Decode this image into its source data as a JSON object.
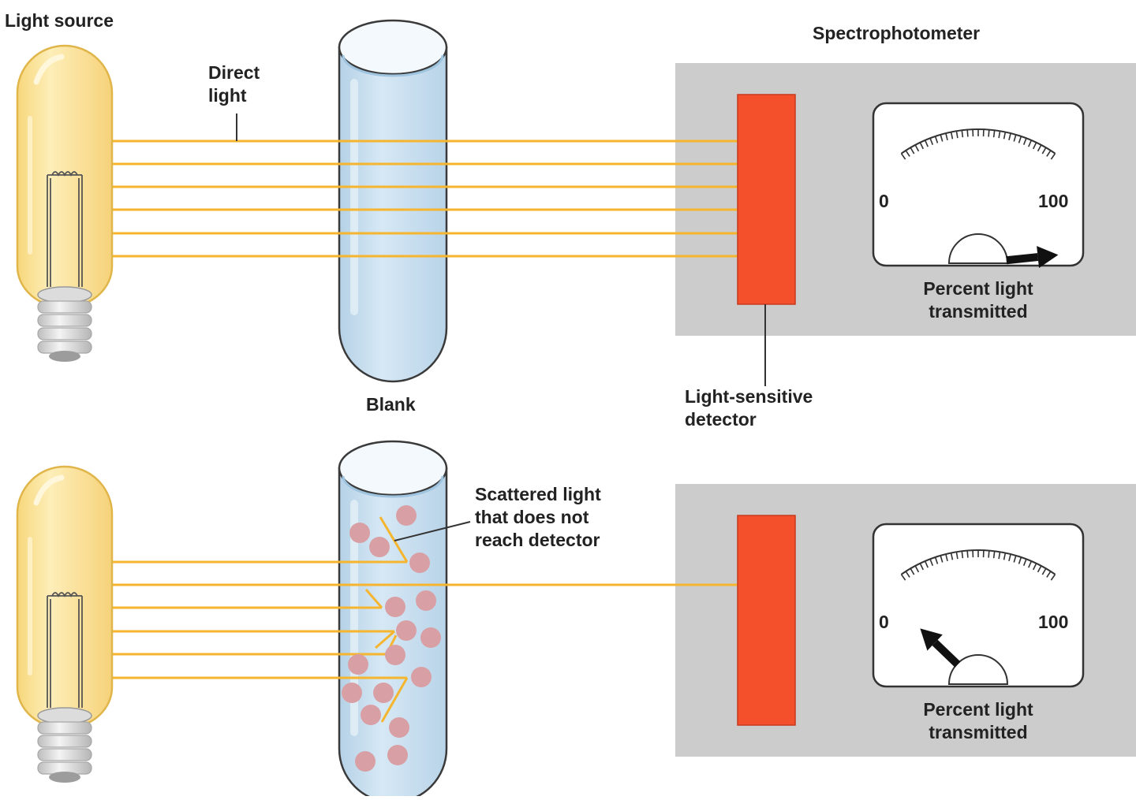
{
  "labels": {
    "light_source": "Light source",
    "direct_light": [
      "Direct",
      "light"
    ],
    "spectrophotometer": "Spectrophotometer",
    "blank": "Blank",
    "detector": [
      "Light-sensitive",
      "detector"
    ],
    "scattered": [
      "Scattered light",
      "that does not",
      "reach detector"
    ]
  },
  "meters": [
    {
      "scale_min": "0",
      "scale_max": "100",
      "caption": [
        "Percent light",
        "transmitted"
      ],
      "needle_fraction": 0.9
    },
    {
      "scale_min": "0",
      "scale_max": "100",
      "caption": [
        "Percent light",
        "transmitted"
      ],
      "needle_fraction": 0.28
    }
  ],
  "colors": {
    "bulb_glass": "#fce6a0",
    "light_beam": "#f5b52e",
    "tube_liquid": "#c8dff0",
    "detector": "#f4502b",
    "instrument_panel": "#cccccc",
    "particles": "#d8a0a4"
  }
}
